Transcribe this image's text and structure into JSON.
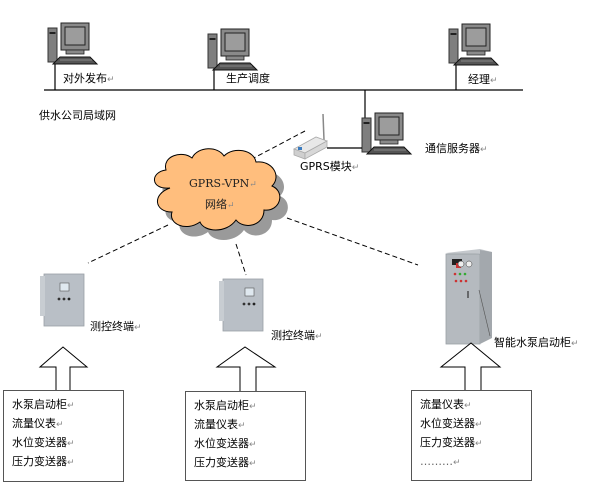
{
  "lan": {
    "label": "供水公司局域网",
    "terminals": [
      {
        "label": "对外发布"
      },
      {
        "label": "生产调度"
      },
      {
        "label": "经理"
      }
    ],
    "server": {
      "label": "通信服务器"
    }
  },
  "gprs_module": {
    "label": "GPRS模块"
  },
  "network_cloud": {
    "line1": "GPRS-VPN",
    "line2": "网络"
  },
  "sites": [
    {
      "label": "测控终端",
      "items": [
        "水泵启动柜",
        "流量仪表",
        "水位变送器",
        "压力变送器"
      ]
    },
    {
      "label": "测控终端",
      "items": [
        "水泵启动柜",
        "流量仪表",
        "水位变送器",
        "压力变送器"
      ]
    },
    {
      "label": "智能水泵启动柜",
      "items": [
        "流量仪表",
        "水位变送器",
        "压力变送器",
        "………"
      ]
    }
  ],
  "colors": {
    "cloud_fill": "#FFBE7D",
    "cloud_shadow": "#9A9A9A",
    "line": "#000000"
  },
  "return_mark": "↵"
}
